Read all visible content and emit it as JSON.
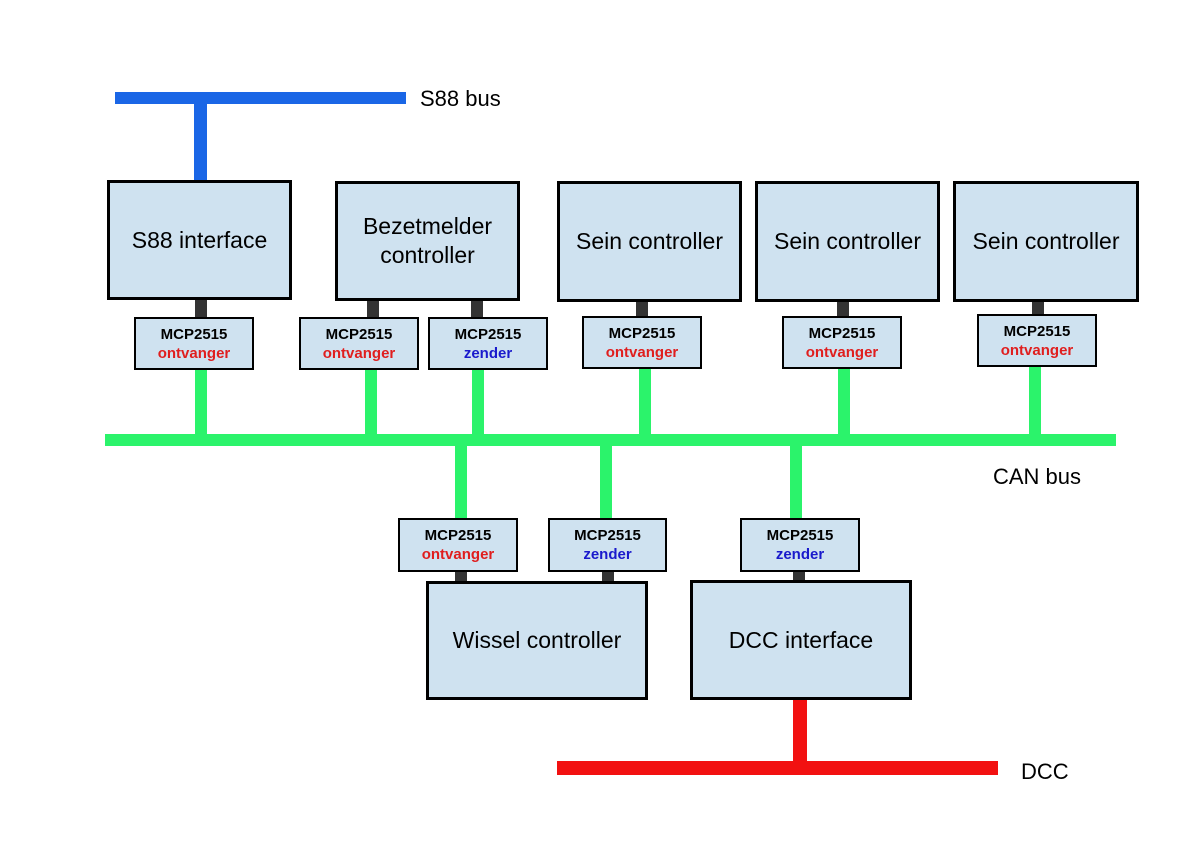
{
  "colors": {
    "s88_bus": "#1a66e6",
    "can_bus": "#2bf36b",
    "dcc_bus": "#f21111",
    "stub": "#333333",
    "box_fill": "#cfe2f0",
    "ontvanger": "#e01e1e",
    "zender": "#1a1acc"
  },
  "buses": {
    "s88": "S88 bus",
    "can": "CAN bus",
    "dcc": "DCC"
  },
  "controllers": {
    "s88_interface": "S88 interface",
    "bezetmelder": "Bezetmelder\ncontroller",
    "sein1": "Sein controller",
    "sein2": "Sein controller",
    "sein3": "Sein controller",
    "wissel": "Wissel controller",
    "dcc_interface": "DCC interface"
  },
  "modules": [
    {
      "chip": "MCP2515",
      "role": "ontvanger",
      "kind": "ontvanger"
    },
    {
      "chip": "MCP2515",
      "role": "ontvanger",
      "kind": "ontvanger"
    },
    {
      "chip": "MCP2515",
      "role": "zender",
      "kind": "zender"
    },
    {
      "chip": "MCP2515",
      "role": "ontvanger",
      "kind": "ontvanger"
    },
    {
      "chip": "MCP2515",
      "role": "ontvanger",
      "kind": "ontvanger"
    },
    {
      "chip": "MCP2515",
      "role": "ontvanger",
      "kind": "ontvanger"
    },
    {
      "chip": "MCP2515",
      "role": "ontvanger",
      "kind": "ontvanger"
    },
    {
      "chip": "MCP2515",
      "role": "zender",
      "kind": "zender"
    },
    {
      "chip": "MCP2515",
      "role": "zender",
      "kind": "zender"
    }
  ]
}
